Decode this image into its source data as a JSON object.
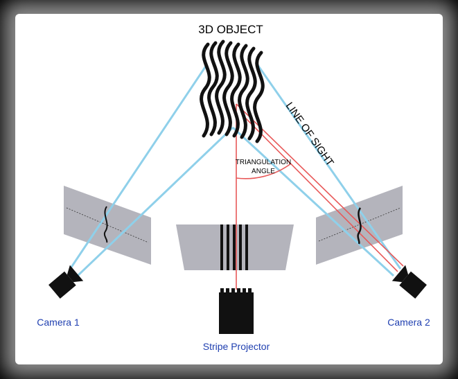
{
  "title": "3D OBJECT",
  "line_of_sight": "LINE OF SIGHT",
  "triangulation": {
    "line1": "TRIANGULATION",
    "line2": "ANGLE"
  },
  "labels": {
    "camera1": "Camera 1",
    "camera2": "Camera 2",
    "projector": "Stripe Projector"
  },
  "colors": {
    "ray_blue": "#8fd0ea",
    "ray_red": "#e85858",
    "plane_gray": "#b4b4bc",
    "label_blue": "#1f3fb0",
    "ink": "#000000"
  }
}
